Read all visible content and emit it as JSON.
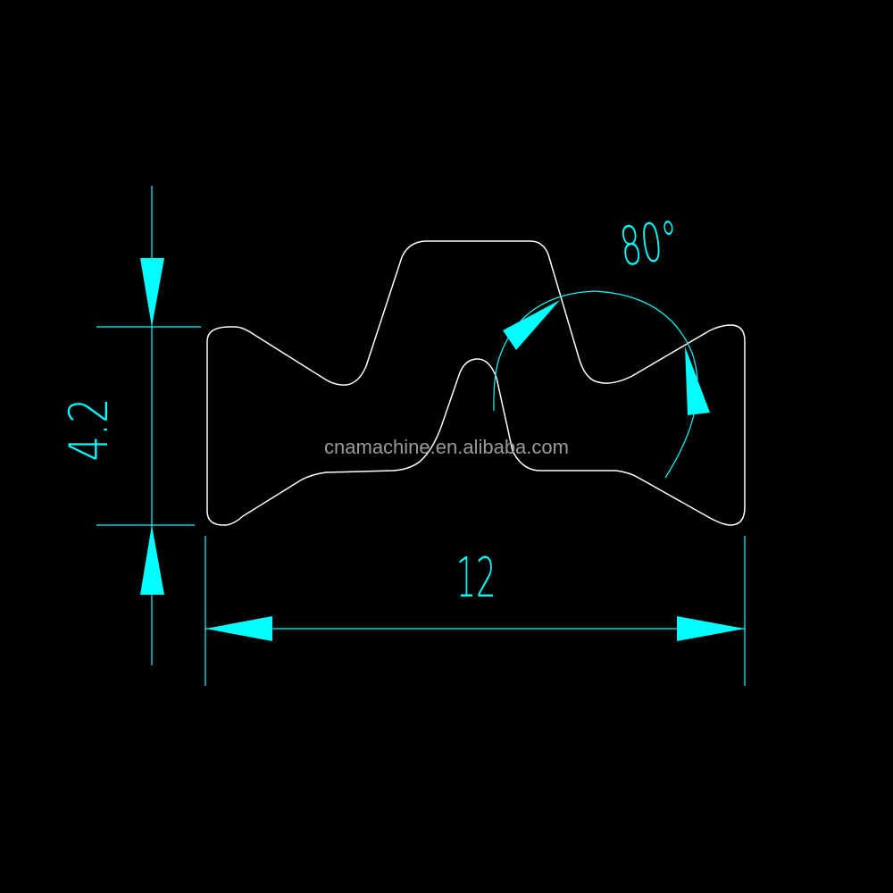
{
  "drawing": {
    "dimensions": {
      "height": "4.2",
      "width": "12",
      "angle": "80°"
    },
    "watermark": "cnamachine.en.alibaba.com",
    "colors": {
      "background": "#000000",
      "dimension": "#00FFFF",
      "profile": "#FFFFFF",
      "watermark": "#9a9a9a"
    }
  }
}
